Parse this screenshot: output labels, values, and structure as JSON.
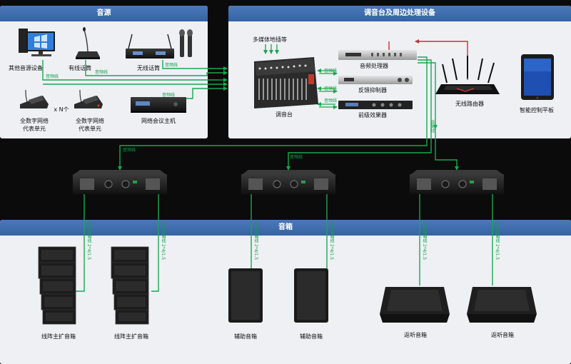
{
  "panels": {
    "source_title": "音源",
    "console_title": "调音台及周边处理设备",
    "speaker_title": "音箱"
  },
  "devices": {
    "other_audio": "其他音源设备",
    "wired_mic": "有线话筒",
    "wireless_mic": "无线话筒",
    "delegate_unit_1": "全数字网络\n代表单元",
    "x_n": "x N个",
    "delegate_unit_2": "全数字网络\n代表单元",
    "conference_host": "网络会议主机",
    "multimedia_input": "多媒体地插等",
    "mixer": "调音台",
    "audio_processor": "音频处理器",
    "feedback_suppressor": "反馈抑制器",
    "preamp_effector": "前级效果器",
    "wireless_router": "无线路由器",
    "smart_tablet": "智能控制平板",
    "line_array_1": "线阵主扩音箱",
    "line_array_2": "线阵主扩音箱",
    "aux_speaker_1": "辅助音箱",
    "aux_speaker_2": "辅助音箱",
    "monitor_1": "返听音箱",
    "monitor_2": "返听音箱"
  },
  "cables": {
    "audio_1": "音频线",
    "audio_2": "音频线",
    "audio_3": "音频线",
    "audio_4": "音频线",
    "audio_5": "音频线",
    "audio_6": "音频线",
    "audio_7": "音频线",
    "audio_8": "音频线",
    "audio_9": "音频线",
    "audio_10": "音频线",
    "speaker_1": "专用音箱线 2*4/1.5",
    "speaker_2": "专用音箱线 2*4/1.5",
    "speaker_3": "专用音箱线 2*4/1.5",
    "speaker_4": "专用音箱线 2*4/1.5",
    "speaker_5": "专用音箱线 2*4/1.5",
    "speaker_6": "专用音箱线 2*4/1.5"
  },
  "colors": {
    "line": "#17a84e",
    "red_line": "#d92a2a",
    "header": "#3d6bab",
    "panel": "#eef0f4"
  }
}
